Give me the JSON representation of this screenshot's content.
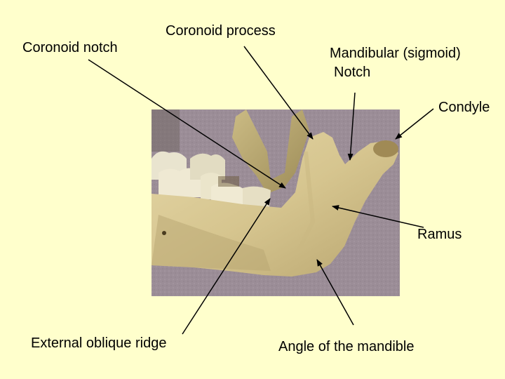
{
  "labels": {
    "coronoid_notch": "Coronoid notch",
    "coronoid_process": "Coronoid process",
    "mandibular_notch_line1": "Mandibular (sigmoid)",
    "mandibular_notch_line2": "Notch",
    "condyle": "Condyle",
    "ramus": "Ramus",
    "external_oblique_ridge": "External oblique ridge",
    "angle_of_mandible": "Angle of the mandible"
  },
  "colors": {
    "background": "#ffffcc",
    "bone": "#d8c891",
    "table": "#9c8f98",
    "arrow": "#000000"
  }
}
